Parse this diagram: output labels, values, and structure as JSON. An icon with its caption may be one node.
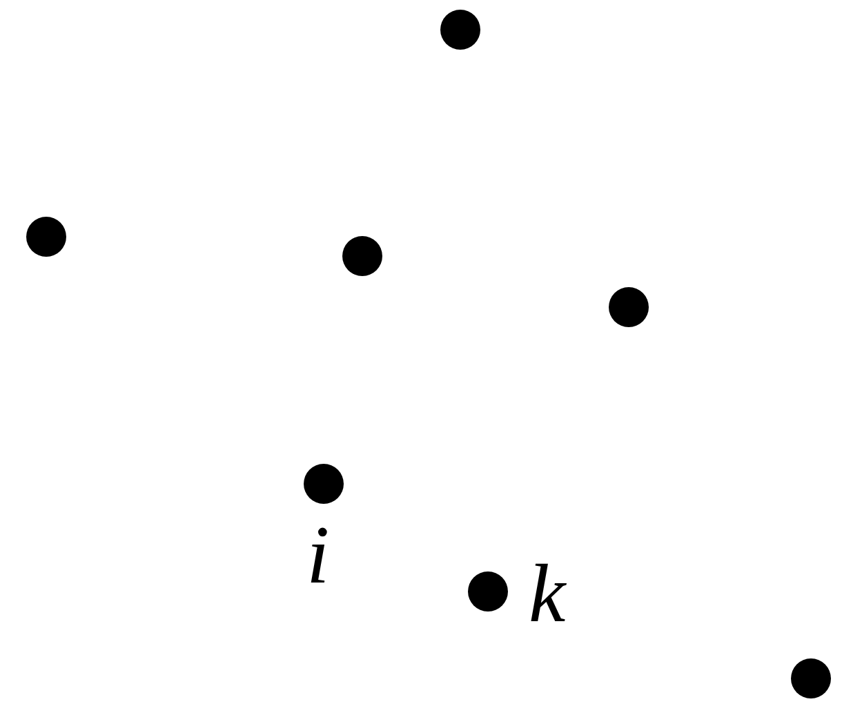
{
  "diagram": {
    "nodes": [
      {
        "text": [],
        "shape": "circle"
      },
      {
        "text": [],
        "shape": "circle"
      },
      {
        "text": [],
        "shape": "circle"
      },
      {
        "text": [],
        "shape": "circle"
      },
      {
        "text": [],
        "shape": "circle",
        "beside": [
          "i"
        ]
      },
      {
        "text": [],
        "shape": "circle",
        "beside": [
          "k"
        ]
      },
      {
        "text": [],
        "shape": "circle"
      }
    ]
  }
}
